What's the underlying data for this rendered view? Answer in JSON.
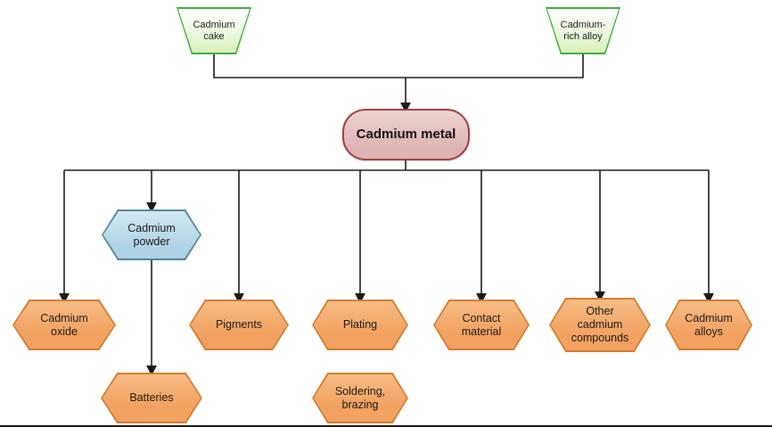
{
  "diagram": {
    "type": "flowchart",
    "source_nodes": [
      {
        "id": "cadmium-cake",
        "label": "Cadmium cake",
        "shape": "trapezoid"
      },
      {
        "id": "cadmium-rich-alloy",
        "label": "Cadmium-rich alloy",
        "shape": "trapezoid"
      }
    ],
    "central_node": {
      "id": "cadmium-metal",
      "label": "Cadmium metal",
      "shape": "rounded-rectangle"
    },
    "intermediate_node": {
      "id": "cadmium-powder",
      "label": "Cadmium powder",
      "shape": "hexagon"
    },
    "product_nodes": [
      {
        "id": "cadmium-oxide",
        "label": "Cadmium oxide"
      },
      {
        "id": "pigments",
        "label": "Pigments"
      },
      {
        "id": "plating",
        "label": "Plating"
      },
      {
        "id": "contact-material",
        "label": "Contact material"
      },
      {
        "id": "other-cadmium-compounds",
        "label": "Other cadmium compounds"
      },
      {
        "id": "cadmium-alloys",
        "label": "Cadmium alloys"
      },
      {
        "id": "batteries",
        "label": "Batteries"
      },
      {
        "id": "soldering-brazing",
        "label": "Soldering, brazing"
      }
    ],
    "edges": [
      {
        "from": "cadmium-cake",
        "to": "cadmium-metal"
      },
      {
        "from": "cadmium-rich-alloy",
        "to": "cadmium-metal"
      },
      {
        "from": "cadmium-metal",
        "to": "cadmium-oxide"
      },
      {
        "from": "cadmium-metal",
        "to": "cadmium-powder"
      },
      {
        "from": "cadmium-powder",
        "to": "batteries"
      },
      {
        "from": "cadmium-metal",
        "to": "pigments"
      },
      {
        "from": "cadmium-metal",
        "to": "plating"
      },
      {
        "from": "cadmium-metal",
        "to": "contact-material"
      },
      {
        "from": "cadmium-metal",
        "to": "other-cadmium-compounds"
      },
      {
        "from": "cadmium-metal",
        "to": "cadmium-alloys"
      }
    ],
    "colors": {
      "source_fill": "#d9f0bb",
      "source_border": "#3fae3f",
      "central_fill": "#ddb3b3",
      "central_border": "#9c403d",
      "powder_fill": "#aed3e4",
      "powder_border": "#54849f",
      "product_fill": "#f2a160",
      "product_border": "#cf7f30",
      "line": "#1a1a1a"
    }
  }
}
